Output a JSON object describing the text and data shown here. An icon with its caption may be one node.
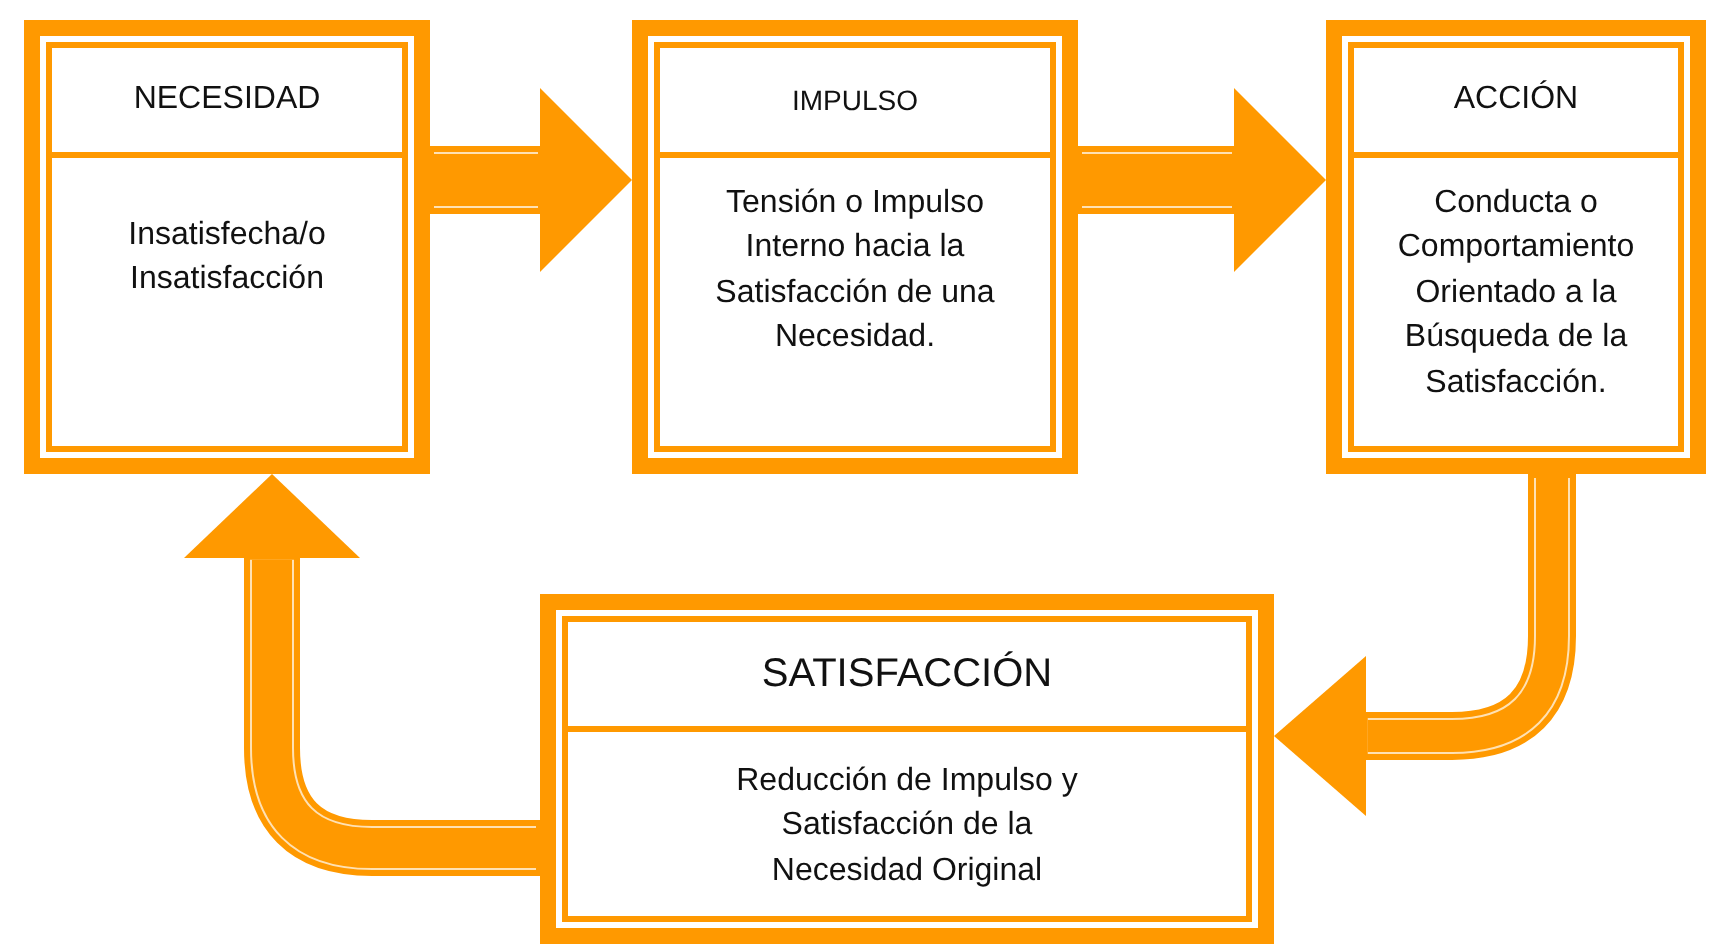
{
  "diagram": {
    "nodes": [
      {
        "text": [
          "NECESIDAD",
          "Insatisfecha/o Insatisfacción"
        ]
      },
      {
        "text": [
          "IMPULSO",
          "Tensión o Impulso Interno hacia la Satisfacción de una Necesidad."
        ]
      },
      {
        "text": [
          "ACCIÓN",
          "Conducta o Comportamiento Orientado a la Búsqueda de la Satisfacción."
        ]
      },
      {
        "text": [
          "SATISFACCIÓN",
          "Reducción de Impulso y Satisfacción de la Necesidad Original"
        ]
      }
    ],
    "edges": [
      {
        "from": 0,
        "to": 1,
        "arrow": "to"
      },
      {
        "from": 1,
        "to": 2,
        "arrow": "to"
      },
      {
        "from": 2,
        "to": 3,
        "arrow": "to"
      },
      {
        "from": 3,
        "to": 0,
        "arrow": "to"
      }
    ]
  }
}
